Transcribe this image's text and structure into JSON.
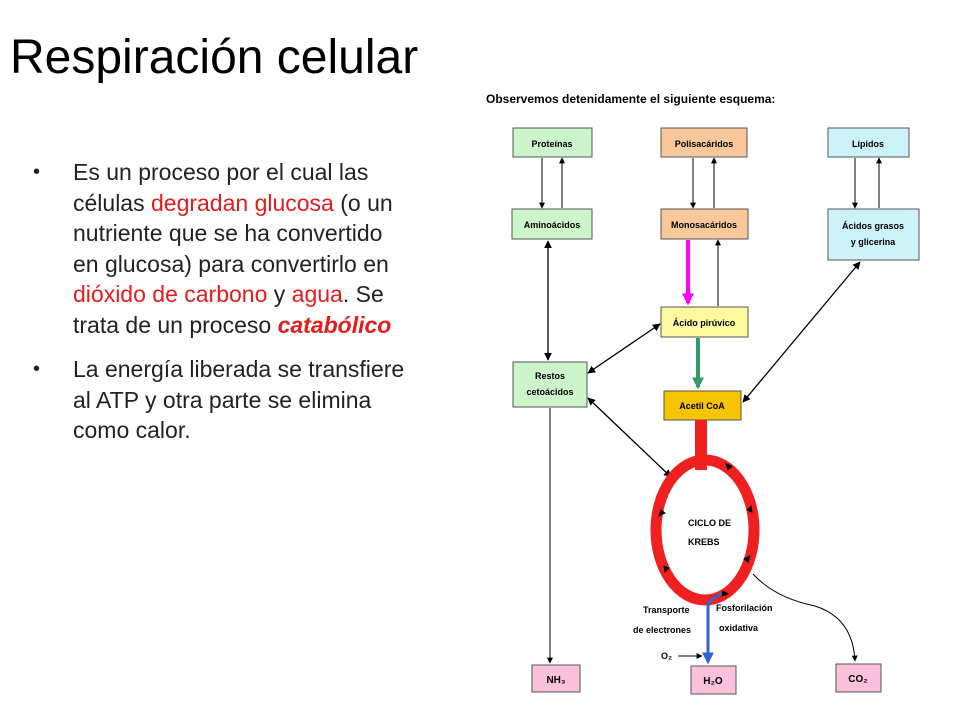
{
  "slide_title": "Respiración celular",
  "bullet1": {
    "t1": "Es un proceso por el cual las células ",
    "h1": "degradan glucosa",
    "t2": " (o un nutriente que se ha convertido en glucosa) para convertirlo en ",
    "h2": "dióxido de carbono",
    "t3": " y ",
    "h3": "agua",
    "t4": ". Se trata de un proceso ",
    "h4": "catabólico"
  },
  "bullet2": "La energía liberada se transfiere al ATP y otra parte se elimina como calor.",
  "diagram": {
    "heading": "Observemos detenidamente el siguiente esquema:",
    "boxes": {
      "proteinas": "Proteínas",
      "polisacaridos": "Polisacáridos",
      "lipidos": "Lípidos",
      "aminoacidos": "Aminoácidos",
      "monosacaridos": "Monosacáridos",
      "acidos_grasos_1": "Ácidos grasos",
      "acidos_grasos_2": "y glicerina",
      "acido_piruvico": "Ácido pirúvico",
      "restos_1": "Restos",
      "restos_2": "cetoácidos",
      "acetil_coa": "Acetil CoA",
      "nh3": "NH₃",
      "h2o": "H₂O",
      "co2": "CO₂"
    },
    "krebs_1": "CICLO DE",
    "krebs_2": "KREBS",
    "transporte_1": "Transporte",
    "transporte_2": "de electrones",
    "fosforilacion_1": "Fosforilación",
    "fosforilacion_2": "oxidativa",
    "o2": "O₂"
  },
  "colors": {
    "green_box": "#ccf5cc",
    "orange_box": "#f9c89a",
    "cyan_box": "#cdf2fa",
    "yellow_box": "#fdfaa0",
    "gold_box": "#f7c400",
    "pink_box": "#fbc0da",
    "krebs_red": "#f02020",
    "magenta_arrow": "#ff00ff",
    "green_arrow": "#339966",
    "blue_arrow": "#3366cc",
    "highlight_red": "#e31c1c"
  }
}
